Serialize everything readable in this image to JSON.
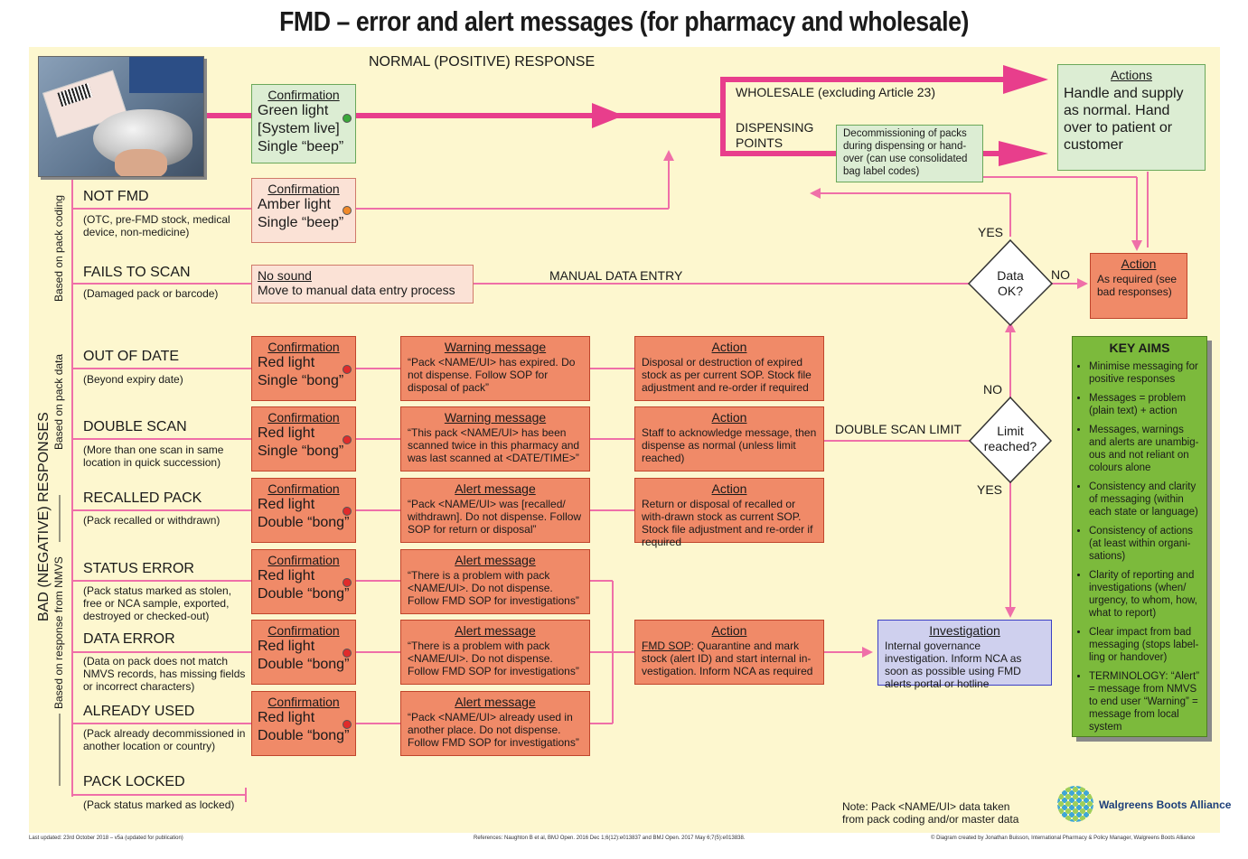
{
  "title": "FMD – error and alert messages (for pharmacy and wholesale)",
  "normal_response": "NORMAL (POSITIVE) RESPONSE",
  "wholesale_label": "WHOLESALE (excluding Article 23)",
  "dispensing_label": "DISPENSING\nPOINTS",
  "manual_entry": "MANUAL DATA ENTRY",
  "double_scan_limit": "DOUBLE SCAN LIMIT",
  "vertical_labels": {
    "bad_responses": "BAD (NEGATIVE) RESPONSES",
    "pack_coding": "Based on pack coding",
    "pack_data": "Based on pack data",
    "nmvs": "Based on response from NMVS"
  },
  "green_confirmation": {
    "header": "Confirmation",
    "lines": [
      "Green light",
      "[System live]",
      "Single “beep”"
    ]
  },
  "amber_confirmation": {
    "header": "Confirmation",
    "lines": [
      "Amber light",
      "Single “beep”"
    ]
  },
  "no_sound": {
    "header": "No sound",
    "text": "Move to manual data entry process"
  },
  "decommissioning": "Decommissioning of packs during dispensing or hand-over (can use consolidated bag label codes)",
  "actions_box": {
    "header": "Actions",
    "text": "Handle and supply as normal. Hand over to patient or customer"
  },
  "action_required": {
    "header": "Action",
    "text": "As required (see bad responses)"
  },
  "data_ok": {
    "label": "Data OK?",
    "yes": "YES",
    "no": "NO"
  },
  "limit_reached": {
    "label": "Limit reached?",
    "yes": "YES",
    "no": "NO"
  },
  "investigation": {
    "header": "Investigation",
    "text": "Internal governance investigation. Inform NCA as soon as possible using FMD alerts portal or hotline"
  },
  "categories": [
    {
      "name": "NOT FMD",
      "desc": "(OTC, pre-FMD stock, medical device, non-medicine)"
    },
    {
      "name": "FAILS TO SCAN",
      "desc": "(Damaged pack or barcode)"
    },
    {
      "name": "OUT OF DATE",
      "desc": "(Beyond expiry date)",
      "conf": [
        "Red light",
        "Single “bong”"
      ],
      "msg_header": "Warning message",
      "msg": "“Pack <NAME/UI> has expired. Do not dispense. Follow SOP for disposal of pack”",
      "action": "Disposal or destruction of expired stock as per current SOP. Stock file adjustment and re-order if required"
    },
    {
      "name": "DOUBLE SCAN",
      "desc": "(More than one scan in same location in quick succession)",
      "conf": [
        "Red light",
        "Single “bong”"
      ],
      "msg_header": "Warning message",
      "msg": "“This pack <NAME/UI> has been scanned twice in this pharmacy and was last scanned at <DATE/TIME>”",
      "action": "Staff to acknowledge message, then dispense as normal (unless limit reached)"
    },
    {
      "name": "RECALLED PACK",
      "desc": "(Pack recalled or withdrawn)",
      "conf": [
        "Red light",
        "Double “bong”"
      ],
      "msg_header": "Alert message",
      "msg": "“Pack <NAME/UI> was [recalled/ withdrawn]. Do not dispense. Follow SOP for return or disposal”",
      "action": "Return or disposal of recalled or with-drawn stock as current SOP. Stock file adjustment and re-order if required"
    },
    {
      "name": "STATUS ERROR",
      "desc": "(Pack status marked as stolen, free or NCA sample, exported, destroyed or checked-out)",
      "conf": [
        "Red light",
        "Double “bong”"
      ],
      "msg_header": "Alert message",
      "msg": "“There is a problem with pack <NAME/UI>. Do not dispense. Follow FMD SOP for investigations”"
    },
    {
      "name": "DATA ERROR",
      "desc": "(Data on pack does not match NMVS records, has missing fields or incorrect characters)",
      "conf": [
        "Red light",
        "Double “bong”"
      ],
      "msg_header": "Alert message",
      "msg": "“There is a problem with pack <NAME/UI>. Do not dispense. Follow FMD SOP for investigations”",
      "action_prefix": "FMD SOP",
      "action": ": Quarantine and mark stock (alert ID) and start internal in-vestigation. Inform NCA as required"
    },
    {
      "name": "ALREADY USED",
      "desc": "(Pack already decommissioned in another location or country)",
      "conf": [
        "Red light",
        "Double “bong”"
      ],
      "msg_header": "Alert message",
      "msg": "“Pack <NAME/UI> already used in another place. Do not dispense. Follow FMD SOP for investigations”"
    },
    {
      "name": "PACK LOCKED",
      "desc": "(Pack status marked as locked)"
    }
  ],
  "conf_header": "Confirmation",
  "action_header": "Action",
  "key_aims": {
    "title": "KEY AIMS",
    "items": [
      "Minimise messaging for positive responses",
      "Messages = problem (plain text) + action",
      "Messages, warnings and alerts are unambig-ous and not reliant on colours alone",
      "Consistency and clarity of messaging (within each state or language)",
      "Consistency of actions (at least within organi-sations)",
      "Clarity of reporting and investigations (when/ urgency, to whom, how, what to report)",
      "Clear impact from bad messaging (stops label-ling or handover)",
      "TERMINOLOGY: “Alert” = message from NMVS to end user “Warning” = message from local system"
    ]
  },
  "note": "Note: Pack <NAME/UI> data taken from pack coding and/or master data",
  "brand": "Walgreens Boots Alliance",
  "footer": {
    "left": "Last updated: 23rd October 2018 – v5a (updated for publication)",
    "mid": "References: Naughton B et al, BMJ Open. 2016 Dec 1;6(12):e013837 and BMJ Open. 2017 May 6;7(5):e013838.",
    "right": "© Diagram created by Jonathan Buisson, International Pharmacy & Policy Manager, Walgreens Boots Alliance"
  },
  "colors": {
    "flow_pink": "#e83e8c",
    "line_pink": "#ef6fa8",
    "panel": "#fdf7cf",
    "salmon": "#f08a68",
    "green_box": "#dcedd3",
    "key_aims": "#7cba3c"
  }
}
